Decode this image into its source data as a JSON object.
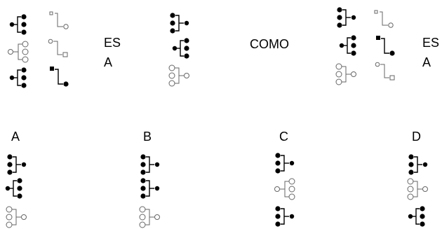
{
  "text": {
    "es": "ES",
    "a": "A",
    "como": "COMO",
    "es2": "ES",
    "a2": "A",
    "option_a": "A",
    "option_b": "B",
    "option_c": "C",
    "option_d": "D"
  },
  "colors": {
    "ink": "#000000",
    "outline": "#666666"
  },
  "icons": {
    "tree-right-solid": "three filled dots joined by bracket to a filled dot on the right",
    "tree-left-solid": "filled dot on left joined by bracket to three filled dots",
    "tree-right-outline": "three hollow circles joined by bracket to a hollow circle on the right",
    "tree-left-outline": "hollow circle on left joined by bracket to three hollow circles",
    "corner-arrow-outline": "small square, elbow line, hollow circle",
    "corner-arrow-solid": "filled square, elbow line, filled dot"
  }
}
